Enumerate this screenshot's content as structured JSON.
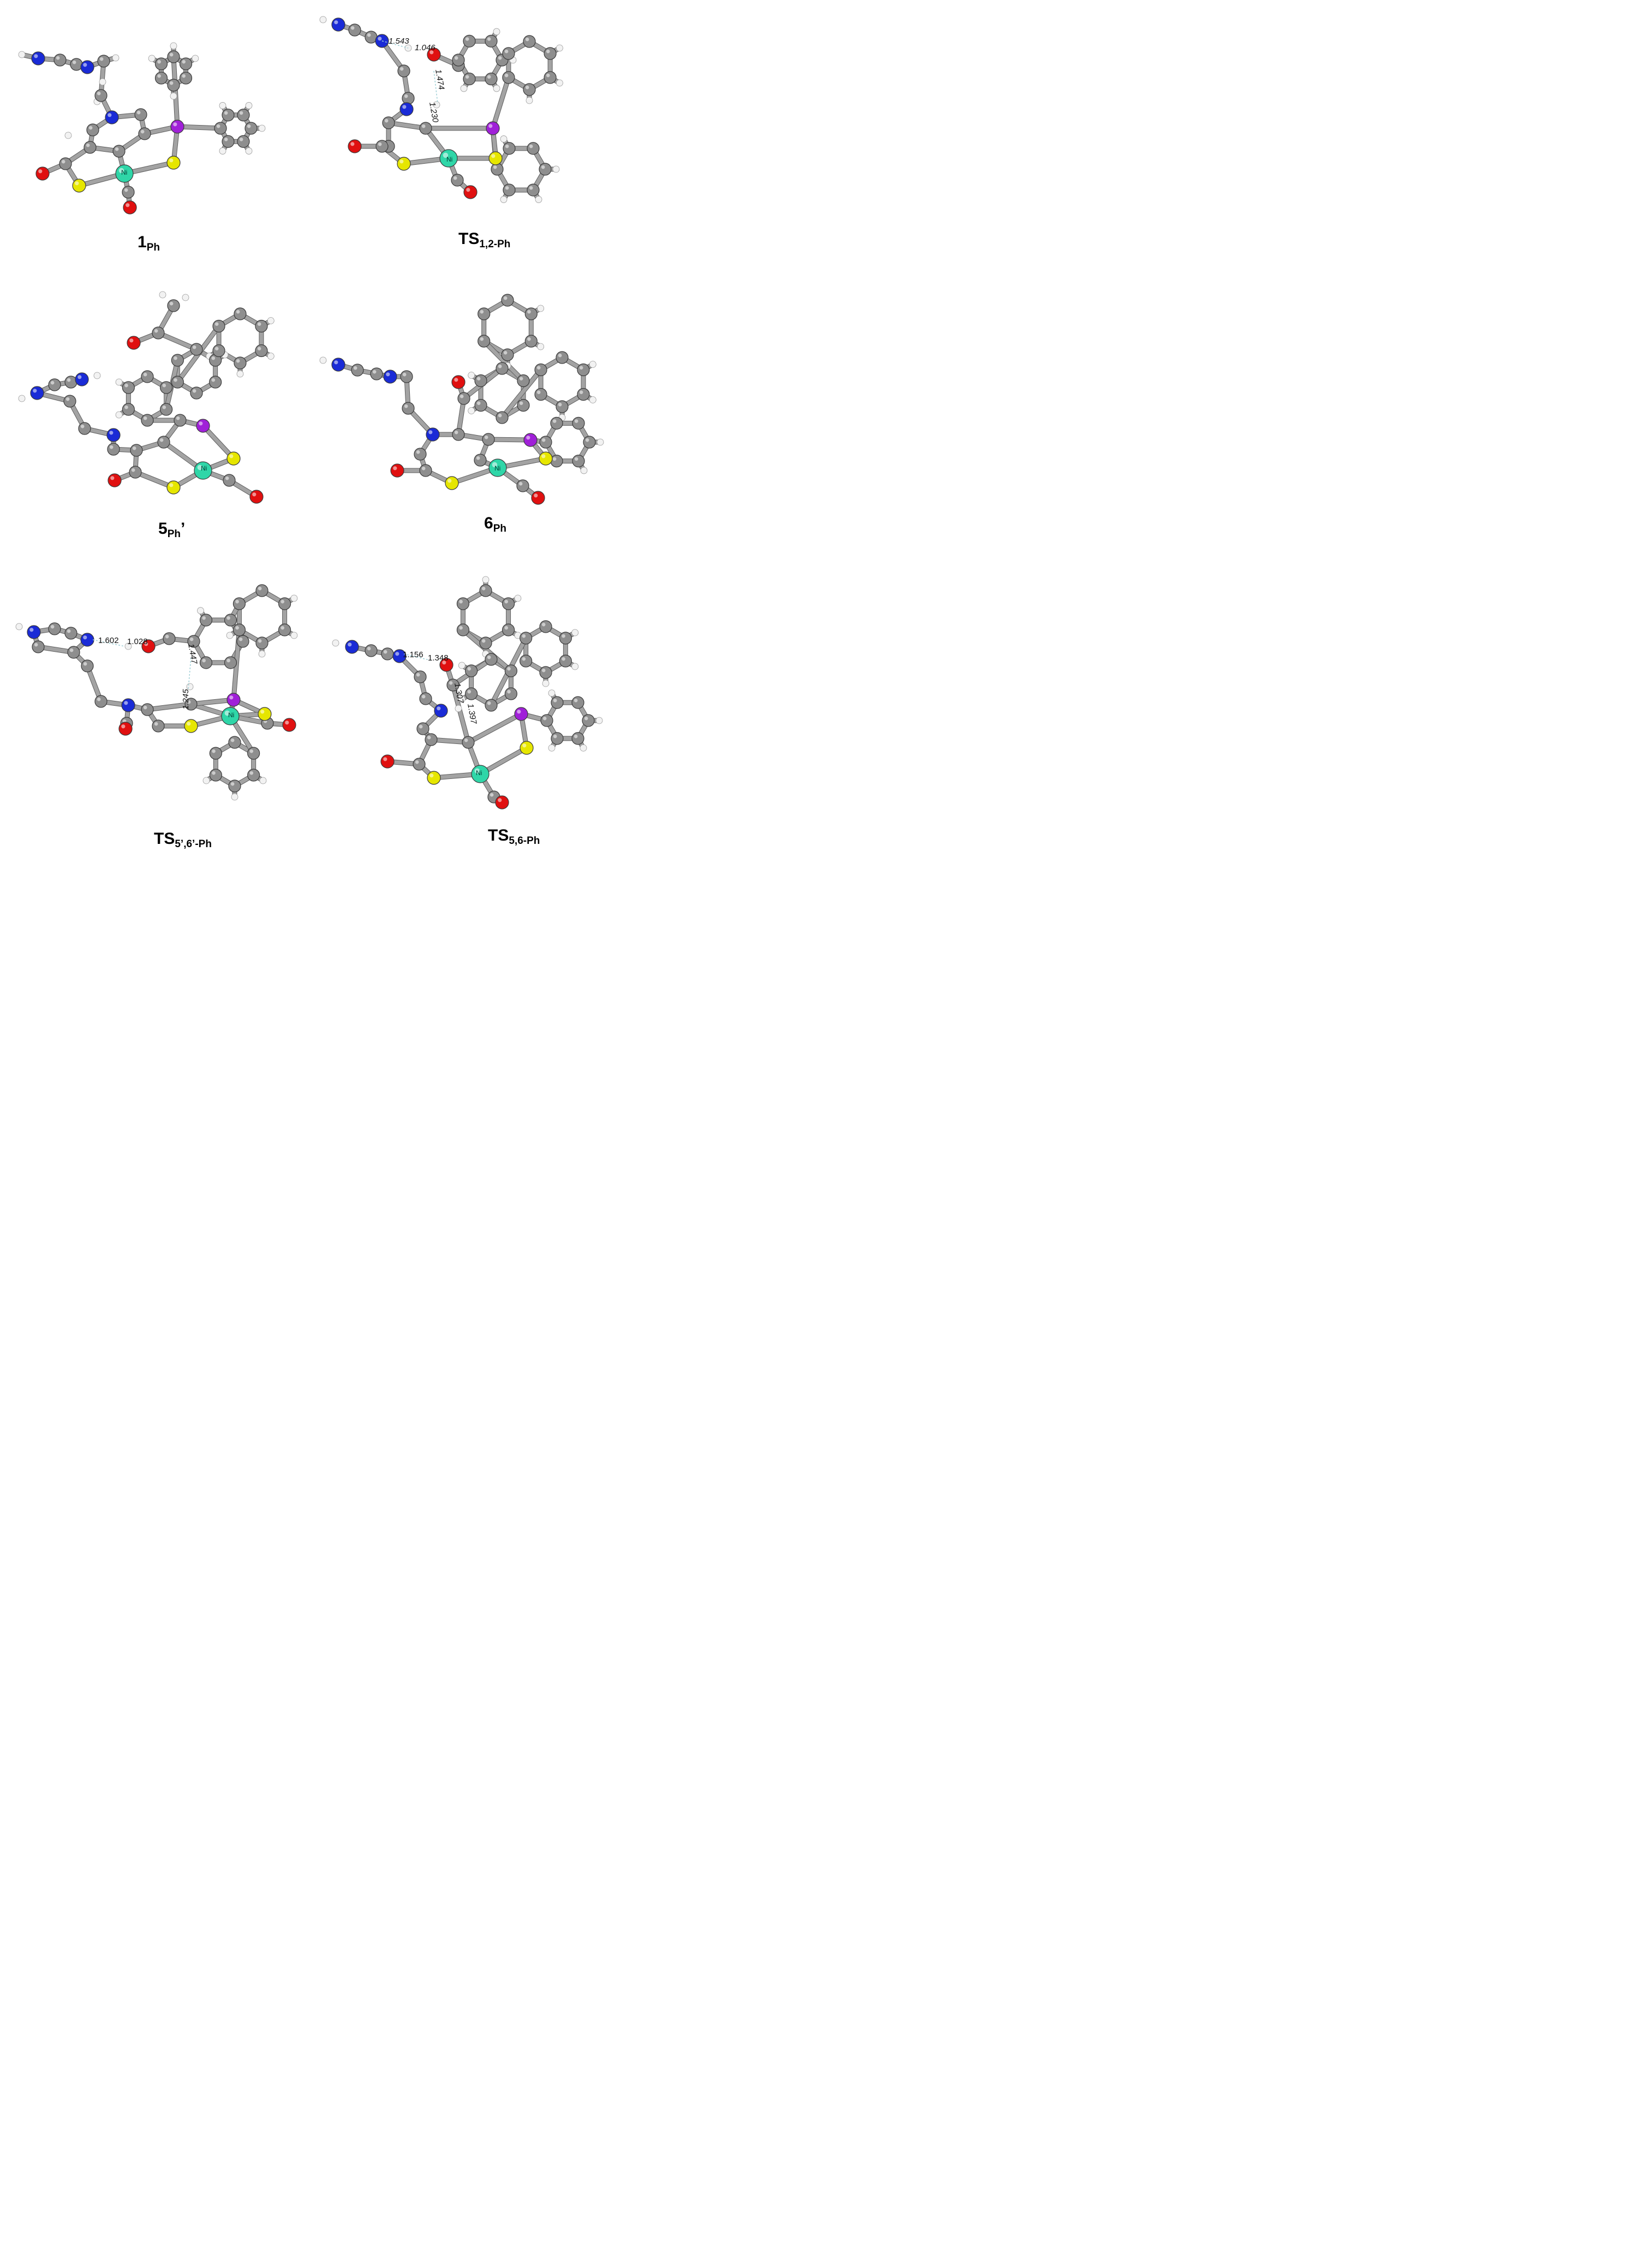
{
  "figure": {
    "structures": [
      {
        "key": "p1",
        "label": {
          "main": "1",
          "sub": "Ph",
          "suffix": ""
        },
        "distances": [],
        "ni_label": "Ni"
      },
      {
        "key": "p2",
        "label": {
          "main": "TS",
          "sub": "1,2-Ph",
          "suffix": ""
        },
        "distances": [
          "1.543",
          "1.046",
          "1.474",
          "1.230"
        ],
        "ni_label": "Ni"
      },
      {
        "key": "p3",
        "label": {
          "main": "5",
          "sub": "Ph",
          "suffix": "’"
        },
        "distances": [],
        "ni_label": "Ni"
      },
      {
        "key": "p4",
        "label": {
          "main": "6",
          "sub": "Ph",
          "suffix": ""
        },
        "distances": [],
        "ni_label": "Ni"
      },
      {
        "key": "p5",
        "label": {
          "main": "TS",
          "sub": "5’,6’-Ph",
          "suffix": ""
        },
        "distances": [
          "1.602",
          "1.028",
          "1.447",
          "1.245"
        ],
        "ni_label": "Ni"
      },
      {
        "key": "p6",
        "label": {
          "main": "TS",
          "sub": "5,6-Ph",
          "suffix": ""
        },
        "distances": [
          "1.156",
          "1.348",
          "1.307",
          "1.397"
        ],
        "ni_label": "Ni"
      }
    ]
  },
  "colors": {
    "carbon": "#8e8e8e",
    "hydrogen": "#f2f2f2",
    "nitrogen": "#1a2bd6",
    "oxygen": "#e01010",
    "sulfur": "#e6e600",
    "phosphorus": "#a020d8",
    "nickel": "#2fd6a8",
    "bond": "#a3a3a3"
  }
}
